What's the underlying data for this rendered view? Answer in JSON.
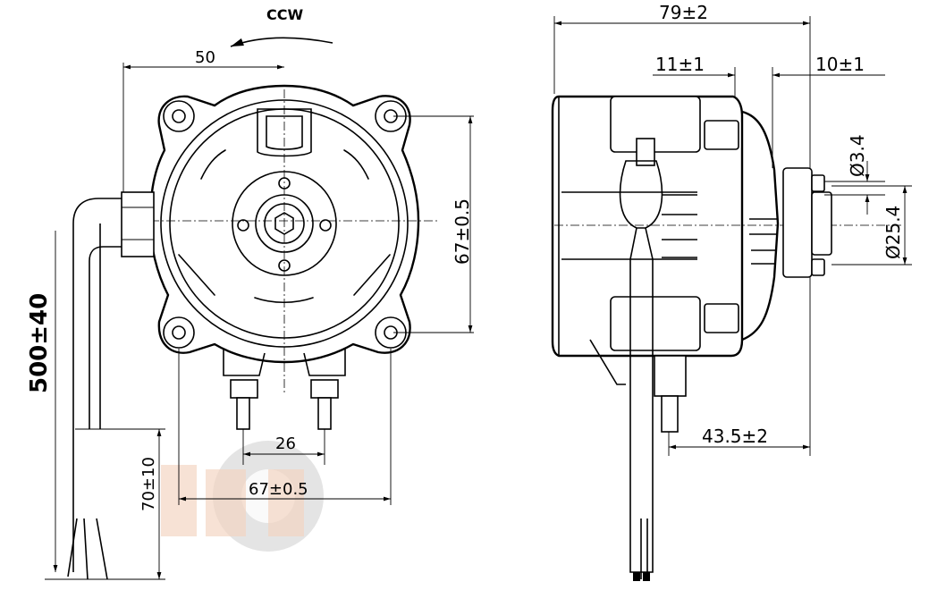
{
  "labels": {
    "rotation": "CCW",
    "dim_offset": "50",
    "dim_height": "67±0.5",
    "dim_cable": "500±40",
    "dim_strip": "70±10",
    "dim_pin_pitch": "26",
    "dim_mount_width": "67±0.5",
    "dim_total_length": "79±2",
    "dim_a": "11±1",
    "dim_b": "10±1",
    "dim_shaft": "Ø3.4",
    "dim_hub": "Ø25.4",
    "dim_depth": "43.5±2"
  }
}
